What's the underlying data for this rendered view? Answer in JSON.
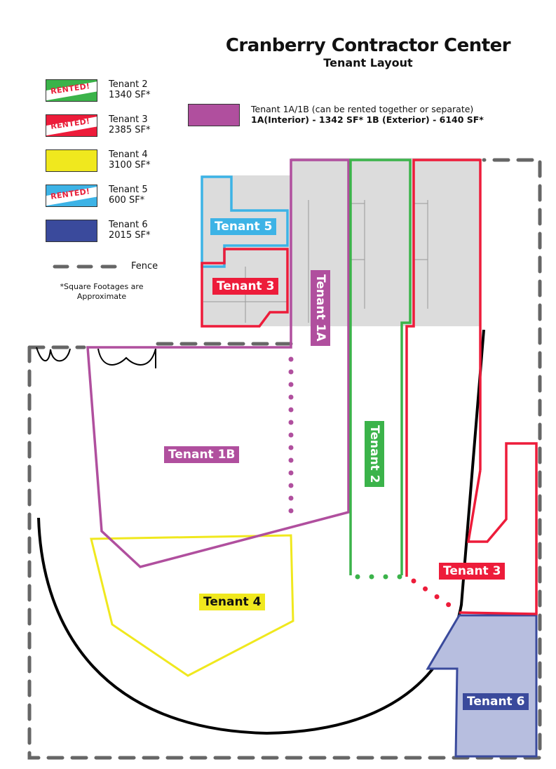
{
  "header": {
    "title": "Cranberry Contractor Center",
    "subtitle": "Tenant Layout"
  },
  "colors": {
    "tenant2": "#3bb34a",
    "tenant3": "#ed1c3a",
    "tenant4": "#f0e81e",
    "tenant5": "#3db3e6",
    "tenant6": "#3a4a9c",
    "tenant1": "#b04f9e",
    "fence": "#666666"
  },
  "legend": {
    "items": [
      {
        "name": "Tenant 2",
        "sf": "1340 SF*",
        "badge": "RENTED!"
      },
      {
        "name": "Tenant 3",
        "sf": "2385 SF*",
        "badge": "RENTED!"
      },
      {
        "name": "Tenant 4",
        "sf": "3100 SF*"
      },
      {
        "name": "Tenant 5",
        "sf": "600 SF*",
        "badge": "RENTED!"
      },
      {
        "name": "Tenant 6",
        "sf": "2015 SF*"
      }
    ],
    "fence": "Fence",
    "note": "*Square Footages are Approximate",
    "tenant1": {
      "line1": "Tenant 1A/1B (can be rented together or separate)",
      "line2": "1A(Interior) - 1342 SF* 1B (Exterior) - 6140 SF*"
    }
  },
  "map_labels": {
    "t5": "Tenant 5",
    "t3a": "Tenant 3",
    "t1a": "Tenant 1A",
    "t1b": "Tenant 1B",
    "t2": "Tenant 2",
    "t3b": "Tenant 3",
    "t4": "Tenant 4",
    "t6": "Tenant 6"
  }
}
